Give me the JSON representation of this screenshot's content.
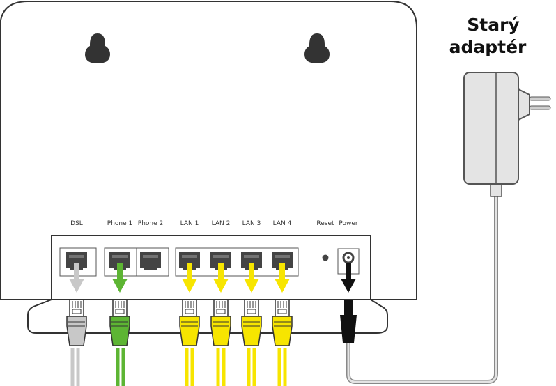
{
  "title_lines": [
    "Starý",
    "adaptér"
  ],
  "ports": [
    {
      "label": "DSL",
      "color": "#c8c8c8"
    },
    {
      "label": "Phone 1",
      "color": "#5db533"
    },
    {
      "label": "Phone 2",
      "color": "none"
    },
    {
      "label": "LAN 1",
      "color": "#f7e500"
    },
    {
      "label": "LAN 2",
      "color": "#f7e500"
    },
    {
      "label": "LAN 3",
      "color": "#f7e500"
    },
    {
      "label": "LAN 4",
      "color": "#f7e500"
    },
    {
      "label": "Reset",
      "color": "none"
    },
    {
      "label": "Power",
      "color": "#111111"
    }
  ],
  "colors": {
    "outline": "#333333",
    "dsl": "#c8c8c8",
    "phone": "#5db533",
    "lan": "#f7e500",
    "power": "#111111",
    "adapter": "#e4e4e4"
  }
}
